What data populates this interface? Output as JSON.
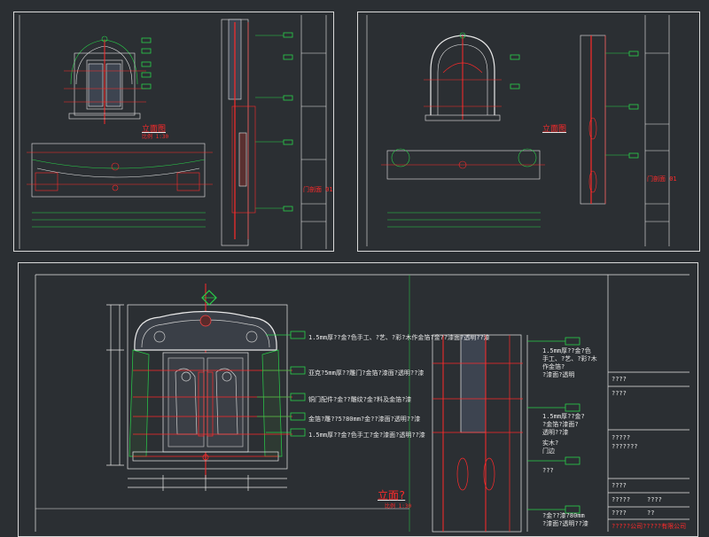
{
  "sheet_a": {
    "elevation_title": "立面图",
    "elevation_scale": "比例 1:30",
    "section_label": "门剖面 01"
  },
  "sheet_b": {
    "elevation_title": "立面图",
    "section_label": "门剖面 01"
  },
  "sheet_c": {
    "elevation_title": "立面?",
    "elevation_scale": "比例 1:30",
    "annotations": [
      "1.5mm厚??金?色手工、?艺、?彩?木作金箔?金??漆面?透明??漆",
      "亚克?5mm厚??雕门?金箔?漆面?透明??漆",
      "铜门配件?金??雕纹?金?料及金箔?漆",
      "金箔?雕??5?80mm?金??漆面?透明??漆",
      "1.5mm厚??金?色手工?金?漆面?透明??漆"
    ],
    "section_notes": [
      "1.5mm厚??金?色",
      "手工、?艺、?彩?木",
      "作金箔?",
      "?漆面?透明",
      "1.5mm厚??金?",
      "?金箔?漆面?",
      "透明??漆",
      "实木?",
      "门边",
      "???",
      "?金??漆?80mm",
      "?漆面?透明??漆"
    ],
    "title_block_rows": [
      "????",
      "????",
      "?????",
      "???????",
      "????",
      "?????",
      "????",
      "????",
      "??"
    ],
    "company_line": "?????公司?????有限公司"
  },
  "colors": {
    "background": "#2b2f33",
    "sheet_border": "#d9d9d9",
    "dimension": "#ff2a2a",
    "tag": "#29d14a",
    "outline": "#e8e8e8"
  }
}
